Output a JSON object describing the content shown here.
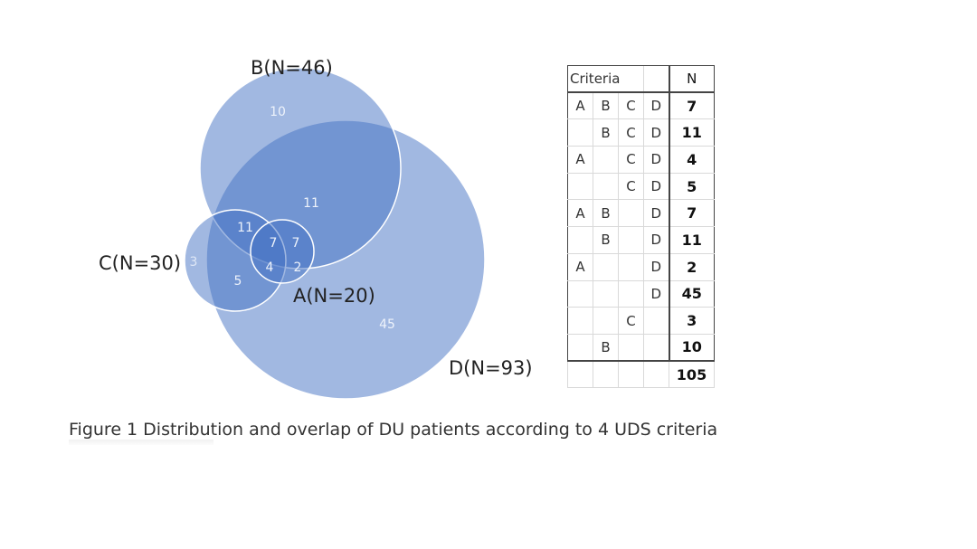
{
  "venn": {
    "sets": [
      {
        "id": "D",
        "label": "D(N=93)"
      },
      {
        "id": "B",
        "label": "B(N=46)"
      },
      {
        "id": "C",
        "label": "C(N=30)"
      },
      {
        "id": "A",
        "label": "A(N=20)"
      }
    ],
    "regions": [
      {
        "sets": "B",
        "value": "10"
      },
      {
        "sets": "BD",
        "value": "11"
      },
      {
        "sets": "BCD",
        "value": "11"
      },
      {
        "sets": "ABCD",
        "value": "7"
      },
      {
        "sets": "ABD",
        "value": "7"
      },
      {
        "sets": "ACD",
        "value": "4"
      },
      {
        "sets": "AD",
        "value": "2"
      },
      {
        "sets": "C",
        "value": "3"
      },
      {
        "sets": "CD",
        "value": "5"
      },
      {
        "sets": "D",
        "value": "45"
      }
    ],
    "colors": {
      "fill": "#4472c4",
      "outline": "#ffffff"
    }
  },
  "table": {
    "header": {
      "criteria": "Criteria",
      "n": "N"
    },
    "rows": [
      {
        "a": "A",
        "b": "B",
        "c": "C",
        "d": "D",
        "n": "7"
      },
      {
        "a": "",
        "b": "B",
        "c": "C",
        "d": "D",
        "n": "11"
      },
      {
        "a": "A",
        "b": "",
        "c": "C",
        "d": "D",
        "n": "4"
      },
      {
        "a": "",
        "b": "",
        "c": "C",
        "d": "D",
        "n": "5"
      },
      {
        "a": "A",
        "b": "B",
        "c": "",
        "d": "D",
        "n": "7"
      },
      {
        "a": "",
        "b": "B",
        "c": "",
        "d": "D",
        "n": "11"
      },
      {
        "a": "A",
        "b": "",
        "c": "",
        "d": "D",
        "n": "2"
      },
      {
        "a": "",
        "b": "",
        "c": "",
        "d": "D",
        "n": "45"
      },
      {
        "a": "",
        "b": "",
        "c": "C",
        "d": "",
        "n": "3"
      },
      {
        "a": "",
        "b": "B",
        "c": "",
        "d": "",
        "n": "10"
      }
    ],
    "total": "105"
  },
  "caption": "Figure 1 Distribution and overlap of DU patients according to 4 UDS criteria"
}
